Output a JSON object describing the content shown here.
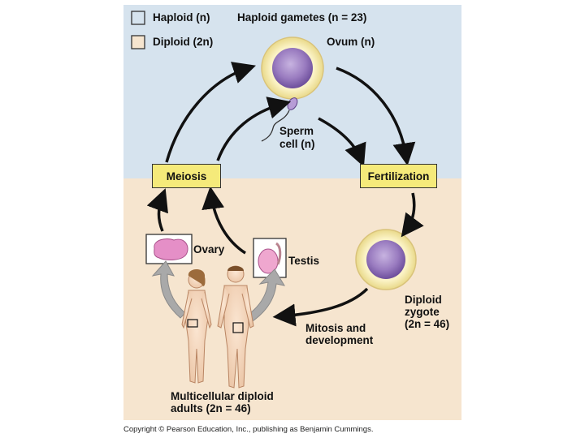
{
  "legend": {
    "haploid": "Haploid (n)",
    "diploid": "Diploid (2n)"
  },
  "labels": {
    "haploid_gametes": "Haploid gametes (n = 23)",
    "ovum": "Ovum (n)",
    "sperm_line1": "Sperm",
    "sperm_line2": "cell (n)",
    "meiosis": "Meiosis",
    "fertilization": "Fertilization",
    "ovary": "Ovary",
    "testis": "Testis",
    "zygote_line1": "Diploid",
    "zygote_line2": "zygote",
    "zygote_line3": "(2n = 46)",
    "mitosis_line1": "Mitosis and",
    "mitosis_line2": "development",
    "adults_line1": "Multicellular diploid",
    "adults_line2": "adults (2n = 46)"
  },
  "copyright": "Copyright © Pearson Education, Inc., publishing as Benjamin Cummings.",
  "colors": {
    "haploid_region": "#d6e3ee",
    "diploid_region": "#f6e5cf",
    "label_box": "#f5ea7a",
    "cell_purple": "#8e6cb3",
    "cell_halo": "#f7ecb0"
  }
}
